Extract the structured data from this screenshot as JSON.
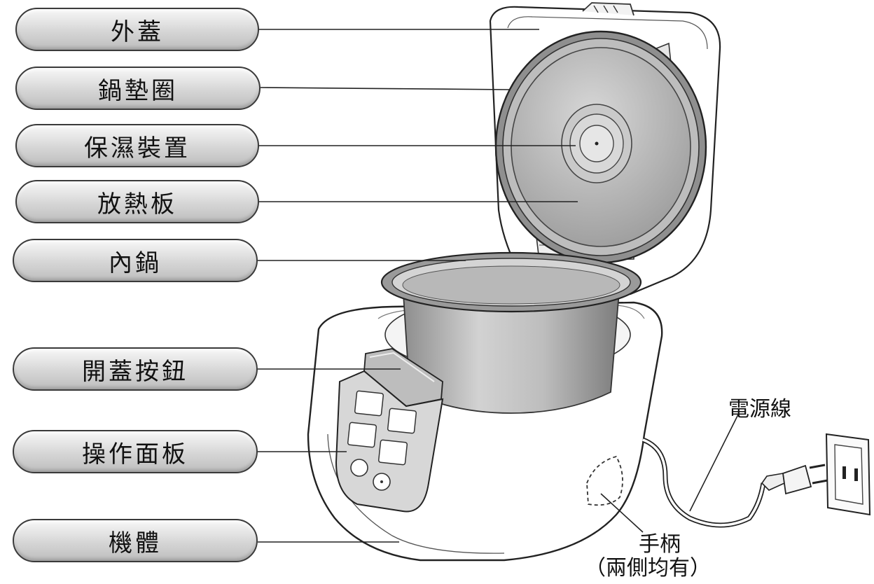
{
  "labels": {
    "outer_lid": "外蓋",
    "lid_gasket": "鍋墊圈",
    "moisture_device": "保濕裝置",
    "heat_plate": "放熱板",
    "inner_pot": "內鍋",
    "lid_button": "開蓋按鈕",
    "control_panel": "操作面板",
    "body": "機體",
    "power_cord": "電源線",
    "handle": "手柄",
    "handle_note": "（兩側均有）"
  }
}
